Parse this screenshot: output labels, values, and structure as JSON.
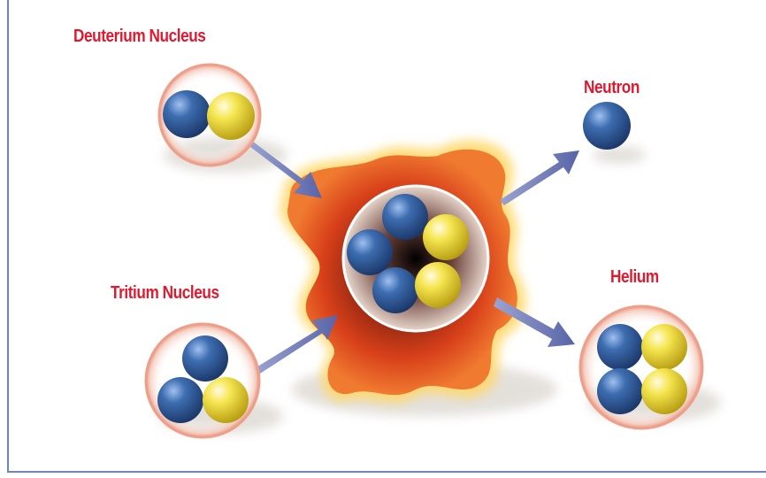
{
  "labels": {
    "deuterium": "Deuterium Nucleus",
    "neutron": "Neutron",
    "tritium": "Tritium Nucleus",
    "helium": "Helium"
  },
  "particle_kinds": {
    "proton": {
      "color": "#f2e34a"
    },
    "neutron": {
      "color": "#2f5b9a"
    }
  },
  "colors": {
    "label": "#e0192e",
    "arrow": "#6b78b4",
    "burst": "#d9431c",
    "burst_glow": "#ffd86a",
    "ring": "#e8a08a",
    "frame": "#6f86b8"
  }
}
